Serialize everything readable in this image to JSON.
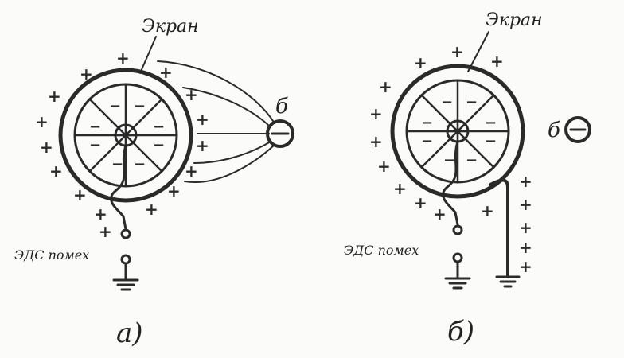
{
  "figure_a": {
    "screen_label": "Экран",
    "charge_label": "б",
    "emf_label": "ЭДС помех",
    "caption": "а)"
  },
  "figure_b": {
    "screen_label": "Экран",
    "charge_label": "б",
    "emf_label": "ЭДС помех",
    "caption": "б)"
  },
  "symbols": {
    "plus": "+",
    "minus": "−"
  },
  "colors": {
    "ink": "#2a2a2a",
    "paper": "#fbfbf9"
  }
}
